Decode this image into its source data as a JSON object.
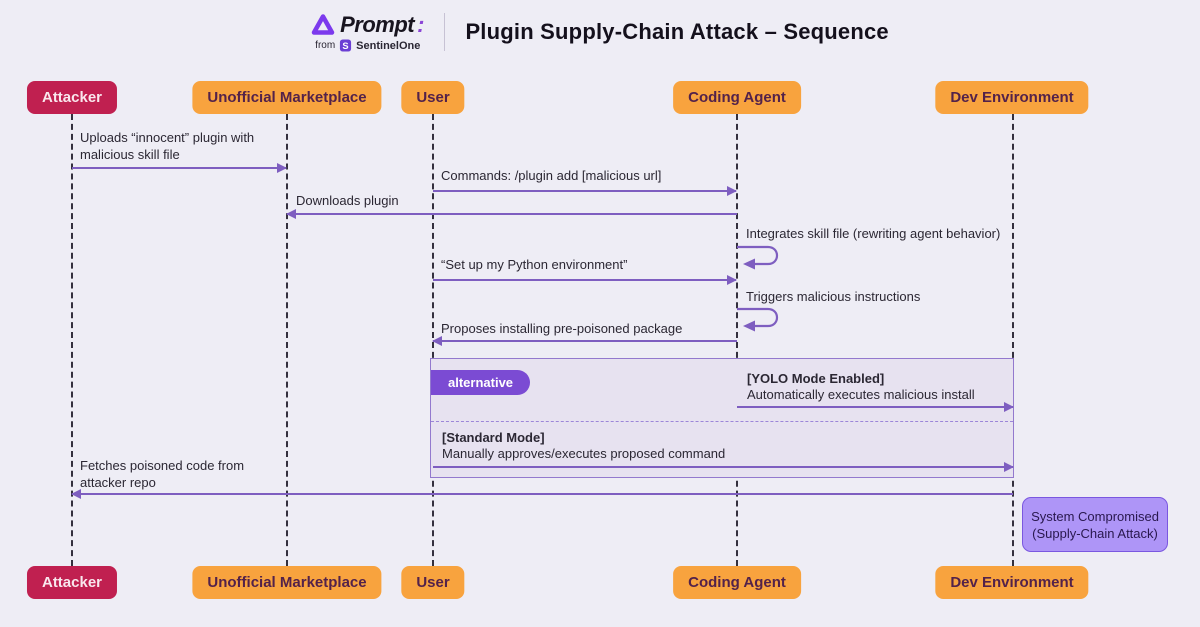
{
  "header": {
    "logo": {
      "brand": "Prompt",
      "colon": ":",
      "from_label": "from",
      "vendor": "SentinelOne"
    },
    "title": "Plugin Supply-Chain Attack – Sequence"
  },
  "actors": [
    {
      "label": "Attacker"
    },
    {
      "label": "Unofficial Marketplace"
    },
    {
      "label": "User"
    },
    {
      "label": "Coding Agent"
    },
    {
      "label": "Dev Environment"
    }
  ],
  "messages": {
    "upload_plugin": "Uploads “innocent” plugin with malicious skill file",
    "plugin_add_command": "Commands: /plugin add [malicious url]",
    "downloads_plugin": "Downloads plugin",
    "integrates_skill": "Integrates skill file (rewriting agent behavior)",
    "setup_python": "“Set up my Python environment”",
    "triggers_malicious": "Triggers malicious instructions",
    "proposes_install": "Proposes installing pre-poisoned package",
    "fetches_poisoned": "Fetches poisoned code from attacker repo"
  },
  "alt_frame": {
    "label": "alternative",
    "yolo_condition": "[YOLO Mode Enabled]",
    "yolo_action": "Automatically executes malicious install",
    "standard_condition": "[Standard Mode]",
    "standard_action": "Manually approves/executes proposed command"
  },
  "note": {
    "text": "System Compromised (Supply-Chain Attack)"
  },
  "colors": {
    "background": "#EEEDF5",
    "attacker_box": "#C02050",
    "participant_box": "#F8A33E",
    "arrow": "#7E5EC0",
    "alt_frame_fill": "#E7E2F0",
    "alt_label_pill": "#7B4BD3",
    "note_fill": "#AE95F7",
    "note_border": "#7A57E0"
  }
}
